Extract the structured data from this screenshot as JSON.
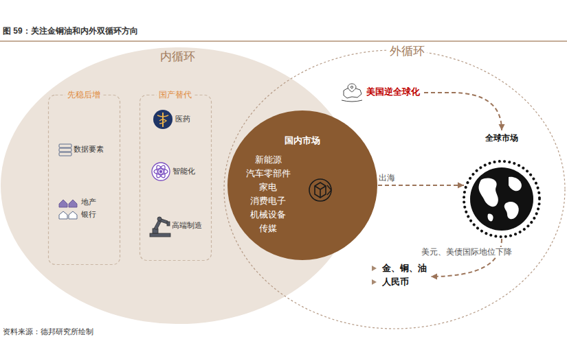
{
  "diagram": {
    "title": "图 59：关注金铜油和内外双循环方向",
    "caption": "资料来源：德邦研究所绘制",
    "nodes": [
      {
        "text": [
          "内循环"
        ]
      },
      {
        "text": [
          "先稳后增",
          "数据要素",
          "地产",
          "银行"
        ],
        "in": 0
      },
      {
        "text": [
          "国产替代",
          "医药",
          "智能化",
          "高端制造"
        ],
        "in": 0
      },
      {
        "text": [
          "外循环"
        ]
      },
      {
        "text": [
          "国内市场",
          "新能源",
          "汽车零部件",
          "家电",
          "消费电子",
          "机械设备",
          "传媒"
        ]
      },
      {
        "text": [
          "全球市场"
        ],
        "in": 3
      },
      {
        "text": [
          "美国逆全球化"
        ],
        "in": 3
      },
      {
        "text": [
          "金、铜、油",
          "人民币"
        ],
        "in": 3
      }
    ],
    "edges": [
      {
        "from": 4,
        "to": 5,
        "label": "出海",
        "arrow": "to"
      },
      {
        "from": 6,
        "to": 5,
        "arrow": "to"
      },
      {
        "from": 5,
        "to": 7,
        "label": "美元、美债国际地位下降",
        "arrow": "to"
      }
    ]
  }
}
